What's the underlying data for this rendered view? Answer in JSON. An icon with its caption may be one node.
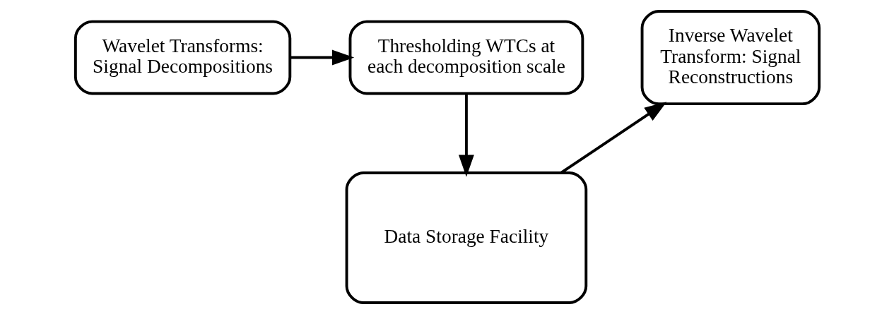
{
  "diagram": {
    "nodes": [
      {
        "text": [
          "Wavelet Transforms: Signal Decompositions"
        ]
      },
      {
        "text": [
          "Thresholding WTCs at each decomposition scale"
        ]
      },
      {
        "text": [
          "Inverse Wavelet Transform: Signal Reconstructions"
        ]
      },
      {
        "text": [
          "Data Storage Facility"
        ]
      }
    ],
    "edges": [
      {
        "from": 0,
        "to": 1,
        "arrow": "to"
      },
      {
        "from": 1,
        "to": 3,
        "arrow": "to"
      },
      {
        "from": 3,
        "to": 2,
        "arrow": "to"
      }
    ]
  }
}
